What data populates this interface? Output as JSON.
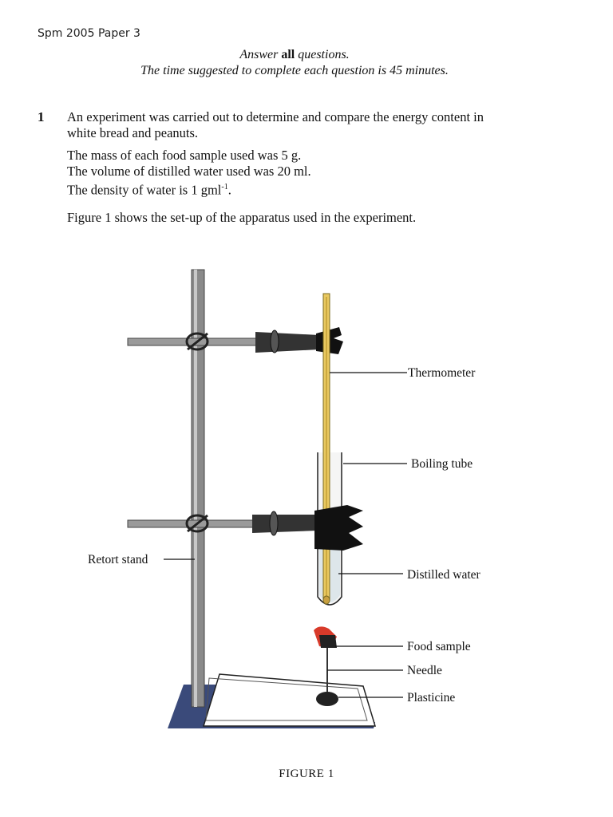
{
  "header": {
    "title": "Spm 2005 Paper 3"
  },
  "instructions": {
    "line1_a": "Answer ",
    "line1_b": "all",
    "line1_c": " questions.",
    "line2": "The time suggested to complete each question is 45 minutes."
  },
  "question": {
    "number": "1",
    "intro_1": "An experiment was carried out to determine and compare the energy content in",
    "intro_2": "white bread and peanuts.",
    "mass": "The mass of each food sample used was 5 g.",
    "volume": "The volume of distilled water used was 20 ml.",
    "density": "The density of water is 1 gml",
    "density_sup": "-1",
    "density_end": ".",
    "figure_ref": "Figure 1 shows the set-up of the apparatus used in the experiment."
  },
  "figure": {
    "labels": {
      "thermometer": "Thermometer",
      "boiling_tube": "Boiling tube",
      "retort_stand": "Retort stand",
      "distilled_water": "Distilled water",
      "food_sample": "Food sample",
      "needle": "Needle",
      "plasticine": "Plasticine"
    },
    "caption": "FIGURE 1"
  }
}
